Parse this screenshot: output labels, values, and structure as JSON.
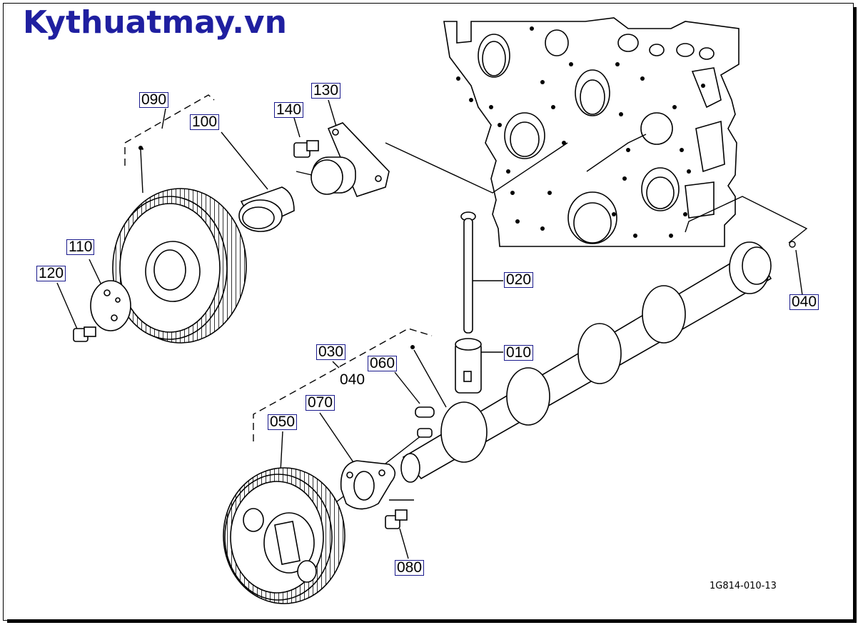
{
  "brand": "Kythuatmay.vn",
  "drawing_ref": "1G814-010-13",
  "labels": {
    "p010": "010",
    "p020": "020",
    "p030": "030",
    "p040_inline": "040",
    "p040": "040",
    "p050": "050",
    "p060": "060",
    "p070": "070",
    "p080": "080",
    "p090": "090",
    "p100": "100",
    "p110": "110",
    "p120": "120",
    "p130": "130",
    "p140": "140"
  },
  "colors": {
    "brand": "#1f1fa0",
    "label_border": "#1a1a8c",
    "line": "#000000"
  }
}
